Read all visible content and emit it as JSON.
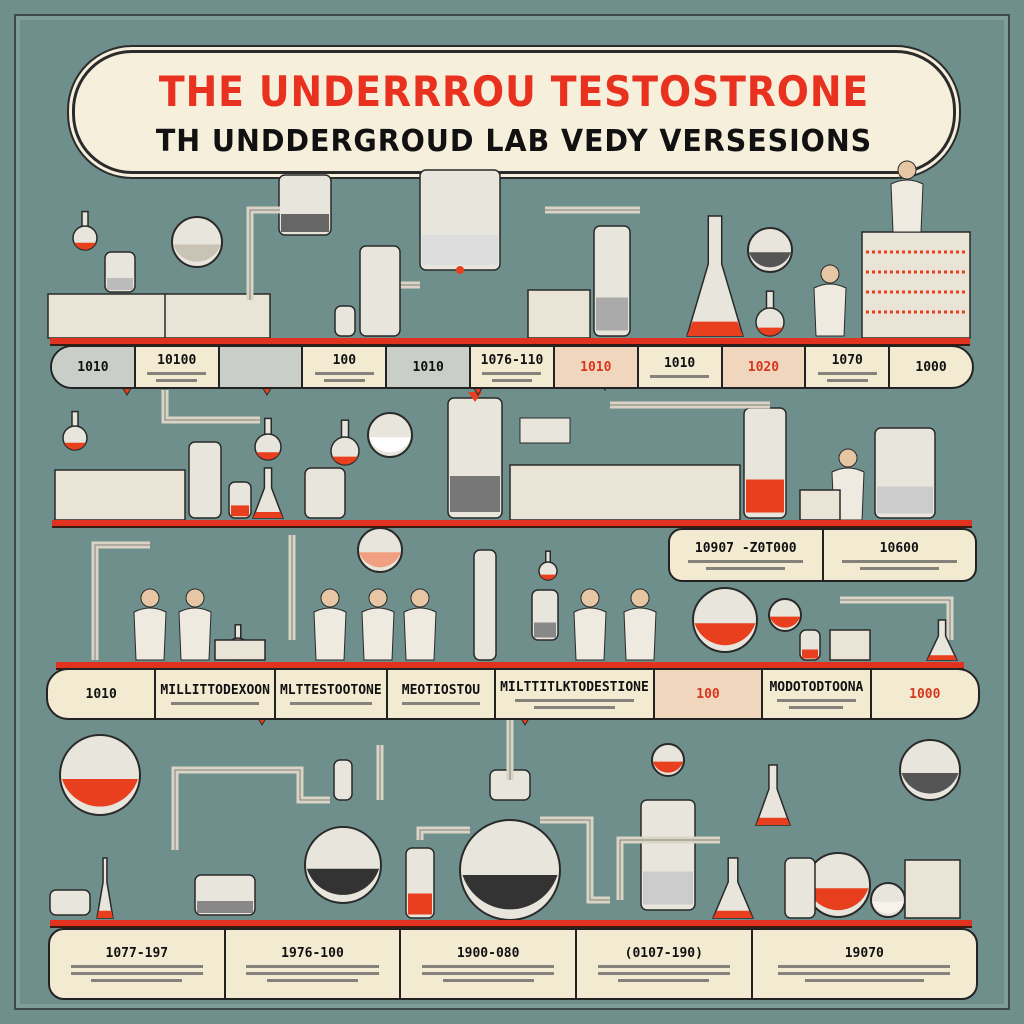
{
  "title": {
    "line1": "THE  UNDERRROU TESTOSTRONE",
    "line2": "TH  UNDDERGROUD LAB VEDY VERSESIONS"
  },
  "colors": {
    "background": "#6f8f8d",
    "accent_red": "#e0321e",
    "paper": "#f3ead2"
  },
  "rows": [
    {
      "cells": [
        {
          "label": "1010",
          "style": "grey",
          "lines": 0
        },
        {
          "label": "10100",
          "lines": 2
        },
        {
          "label": "",
          "style": "grey",
          "lines": 0
        },
        {
          "label": "100",
          "lines": 2
        },
        {
          "label": "1010",
          "style": "grey",
          "lines": 0
        },
        {
          "label": "1076-110",
          "lines": 2
        },
        {
          "label": "1010",
          "style": "tint",
          "red": true,
          "lines": 0
        },
        {
          "label": "1010",
          "lines": 1
        },
        {
          "label": "1020",
          "style": "tint",
          "red": true,
          "lines": 0
        },
        {
          "label": "1070",
          "lines": 2
        },
        {
          "label": "1000",
          "lines": 0
        }
      ]
    },
    {
      "cells": [
        {
          "label": "10907 -Z0T000",
          "lines": 2
        },
        {
          "label": "10600",
          "lines": 2
        }
      ]
    },
    {
      "cells": [
        {
          "label": "1010",
          "lines": 0
        },
        {
          "label": "MILLITTODEXOON",
          "lines": 1
        },
        {
          "label": "MLTTESTOOTONE",
          "lines": 1
        },
        {
          "label": "MEOTIOSTOU",
          "lines": 1
        },
        {
          "label": "MILTTITLKTODESTIONE",
          "lines": 2
        },
        {
          "label": "100",
          "style": "tint",
          "red": true,
          "lines": 0
        },
        {
          "label": "MODOTODTOONA",
          "lines": 2
        },
        {
          "label": "1000",
          "red": true,
          "lines": 0
        }
      ]
    },
    {
      "cells": [
        {
          "label": "1077-197",
          "lines": 3
        },
        {
          "label": "1976-100",
          "lines": 3
        },
        {
          "label": "1900-080",
          "lines": 3
        },
        {
          "label": "(0107-190)",
          "lines": 3
        },
        {
          "label": "19070",
          "lines": 3
        }
      ]
    }
  ]
}
